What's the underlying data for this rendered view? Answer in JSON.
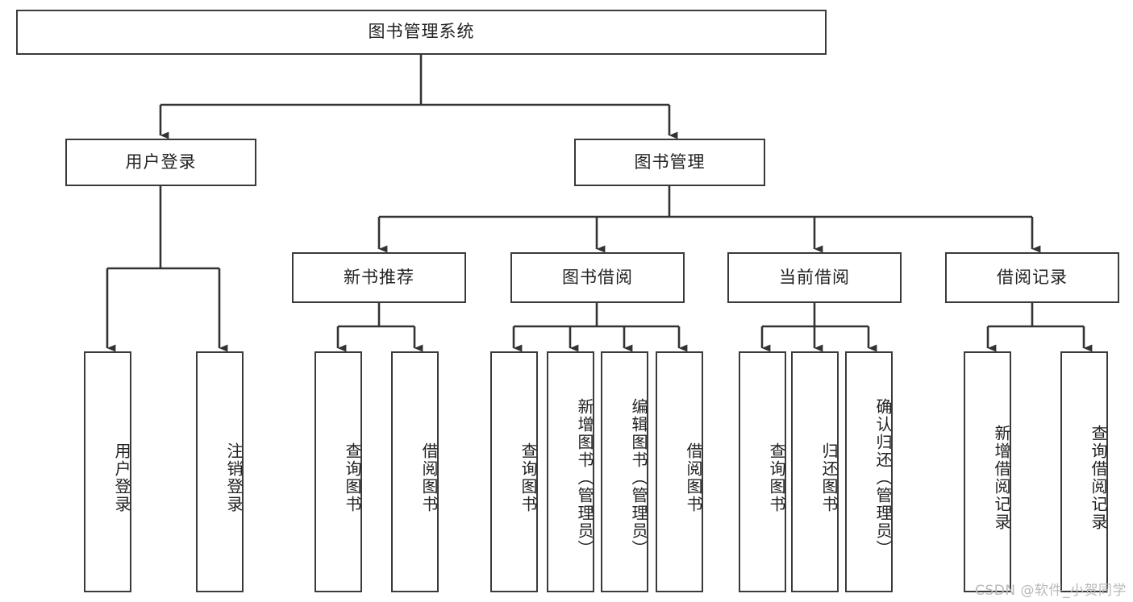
{
  "diagram": {
    "type": "tree",
    "title": "图书管理系统",
    "orientation": "top-down",
    "colors": {
      "box_border": "#3a3a3a",
      "box_fill": "#ffffff",
      "connector": "#333333",
      "text": "#222222",
      "watermark": "#b9b9b9",
      "background": "#ffffff"
    },
    "root": {
      "id": "root",
      "label": "图书管理系统",
      "text_direction": "horizontal"
    },
    "level2": [
      {
        "id": "user-login",
        "label": "用户登录",
        "text_direction": "horizontal"
      },
      {
        "id": "book-manage",
        "label": "图书管理",
        "text_direction": "horizontal"
      }
    ],
    "level3": [
      {
        "id": "new-book-recommend",
        "label": "新书推荐",
        "parent": "book-manage",
        "text_direction": "horizontal"
      },
      {
        "id": "book-borrow",
        "label": "图书借阅",
        "parent": "book-manage",
        "text_direction": "horizontal"
      },
      {
        "id": "current-borrow",
        "label": "当前借阅",
        "parent": "book-manage",
        "text_direction": "horizontal"
      },
      {
        "id": "borrow-record",
        "label": "借阅记录",
        "parent": "book-manage",
        "text_direction": "horizontal"
      }
    ],
    "leaves": [
      {
        "id": "leaf-user-login",
        "label": "用户登录",
        "parent": "user-login",
        "text_direction": "vertical"
      },
      {
        "id": "leaf-logout-login",
        "label": "注销登录",
        "parent": "user-login",
        "text_direction": "vertical"
      },
      {
        "id": "leaf-query-book-1",
        "label": "查询图书",
        "parent": "new-book-recommend",
        "text_direction": "vertical"
      },
      {
        "id": "leaf-borrow-book-1",
        "label": "借阅图书",
        "parent": "new-book-recommend",
        "text_direction": "vertical"
      },
      {
        "id": "leaf-query-book-2",
        "label": "查询图书",
        "parent": "book-borrow",
        "text_direction": "vertical"
      },
      {
        "id": "leaf-add-book",
        "label": "新增图书（管理员）",
        "parent": "book-borrow",
        "text_direction": "vertical"
      },
      {
        "id": "leaf-edit-book",
        "label": "编辑图书（管理员）",
        "parent": "book-borrow",
        "text_direction": "vertical"
      },
      {
        "id": "leaf-borrow-book-2",
        "label": "借阅图书",
        "parent": "book-borrow",
        "text_direction": "vertical"
      },
      {
        "id": "leaf-query-book-3",
        "label": "查询图书",
        "parent": "current-borrow",
        "text_direction": "vertical"
      },
      {
        "id": "leaf-return-book",
        "label": "归还图书",
        "parent": "current-borrow",
        "text_direction": "vertical"
      },
      {
        "id": "leaf-confirm-return",
        "label": "确认归还（管理员）",
        "parent": "current-borrow",
        "text_direction": "vertical"
      },
      {
        "id": "leaf-add-record",
        "label": "新增借阅记录",
        "parent": "borrow-record",
        "text_direction": "vertical"
      },
      {
        "id": "leaf-query-record",
        "label": "查询借阅记录",
        "parent": "borrow-record",
        "text_direction": "vertical"
      }
    ]
  },
  "watermark": {
    "text": "CSDN @软件_小贺同学"
  }
}
